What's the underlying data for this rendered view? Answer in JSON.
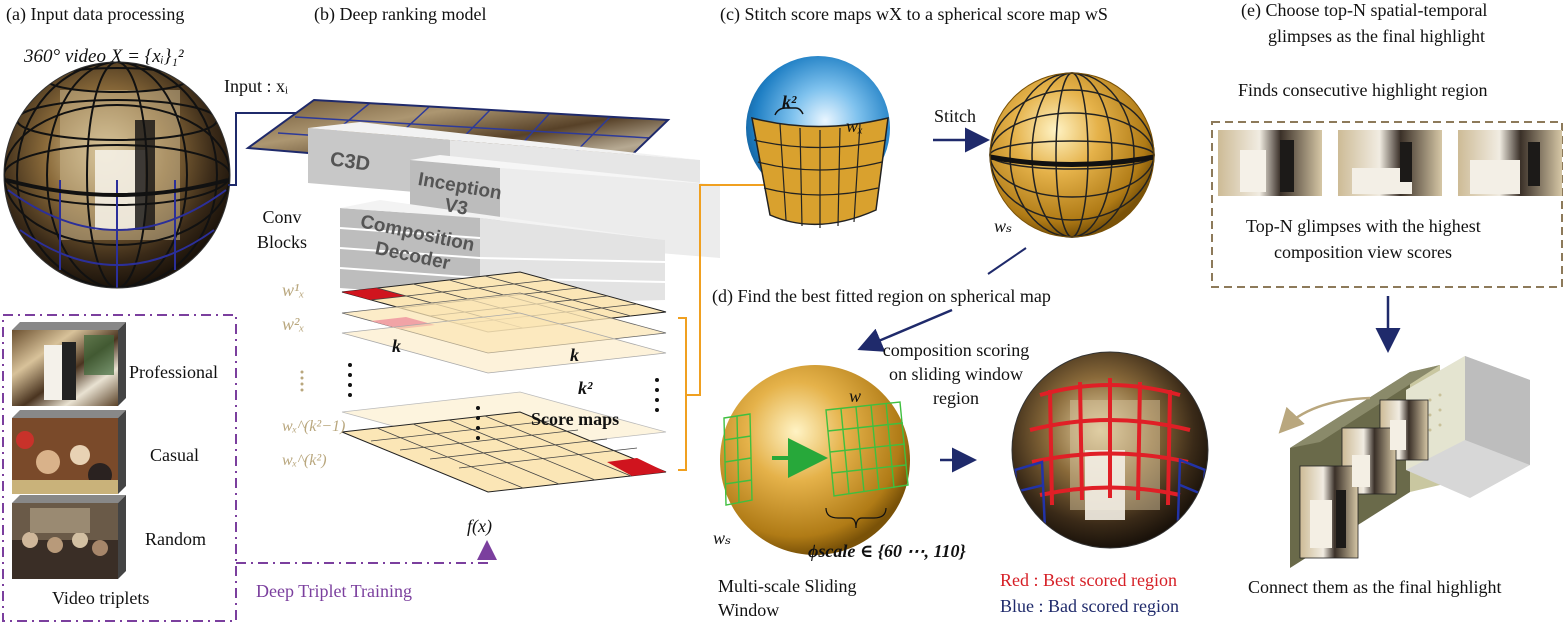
{
  "panels": {
    "a": {
      "title": "(a) Input data processing",
      "video_label": "360° video X = {xᵢ}₁²",
      "triplet_labels": [
        "Professional",
        "Casual",
        "Random"
      ],
      "triplet_caption": "Video triplets"
    },
    "b": {
      "title": "(b) Deep ranking model",
      "input_label": "Input : xᵢ",
      "blocks": [
        "C3D",
        "Inception V3",
        "Composition Decoder"
      ],
      "conv_label": "Conv Blocks",
      "map_labels": [
        "w¹ₓ",
        "w²ₓ",
        "⋮",
        "wₓ^(k²−1)",
        "wₓ^(k²)"
      ],
      "k_label": "k",
      "k2_label": "k²",
      "score_maps_label": "Score maps",
      "output_label": "f(x)",
      "training_label": "Deep Triplet Training"
    },
    "c": {
      "title": "(c) Stitch score maps wX to a spherical score map wS",
      "k2_label": "k²",
      "wx_label": "wₓ",
      "stitch_label": "Stitch",
      "ws_label": "wₛ"
    },
    "d": {
      "title": "(d) Find the best fitted region on spherical map",
      "scoring_label": "composition scoring on sliding window region",
      "w_label": "w",
      "ws_label": "wₛ",
      "phi_label": "ϕscale ∈ {60 ⋯, 110}",
      "multiscale_label": "Multi-scale Sliding Window",
      "legend_red": "Red  : Best scored region",
      "legend_blue": "Blue : Bad scored region"
    },
    "e": {
      "title_line1": "(e) Choose top-N spatial-temporal",
      "title_line2": "glimpses as the final highlight",
      "consecutive_label": "Finds consecutive highlight region",
      "topn_line1": "Top-N glimpses with the highest",
      "topn_line2": "composition view scores",
      "connect_label": "Connect them as the final highlight"
    }
  },
  "colors": {
    "navy": "#1f2a6b",
    "orange": "#f0a020",
    "purple": "#7b3f9e",
    "red": "#d61f26",
    "gold": "#d9a12e",
    "blue_sphere": "#2e8fd0",
    "green": "#3fbf3f",
    "tan_grid": "#fbe6b6"
  }
}
